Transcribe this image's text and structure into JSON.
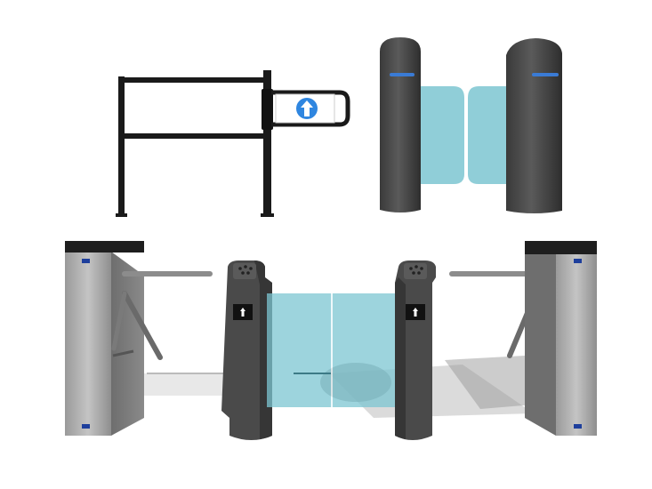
{
  "scene": {
    "background": "#ffffff",
    "objects": [
      {
        "name": "swing-gate",
        "icon": "arrow-up-icon"
      },
      {
        "name": "flap-barrier",
        "glass_color": "#7cc6d1"
      },
      {
        "name": "tripod-turnstile-left"
      },
      {
        "name": "speed-gate-pair",
        "icon": "arrow-up-icon"
      },
      {
        "name": "tripod-turnstile-right"
      }
    ],
    "colors": {
      "dark_body": "#4a4a4a",
      "steel_panel": "#a8a8a8",
      "glass": "#7cc6d1",
      "arrow_blue": "#2f86e0",
      "indicator_blue": "#3a7bd5"
    }
  }
}
